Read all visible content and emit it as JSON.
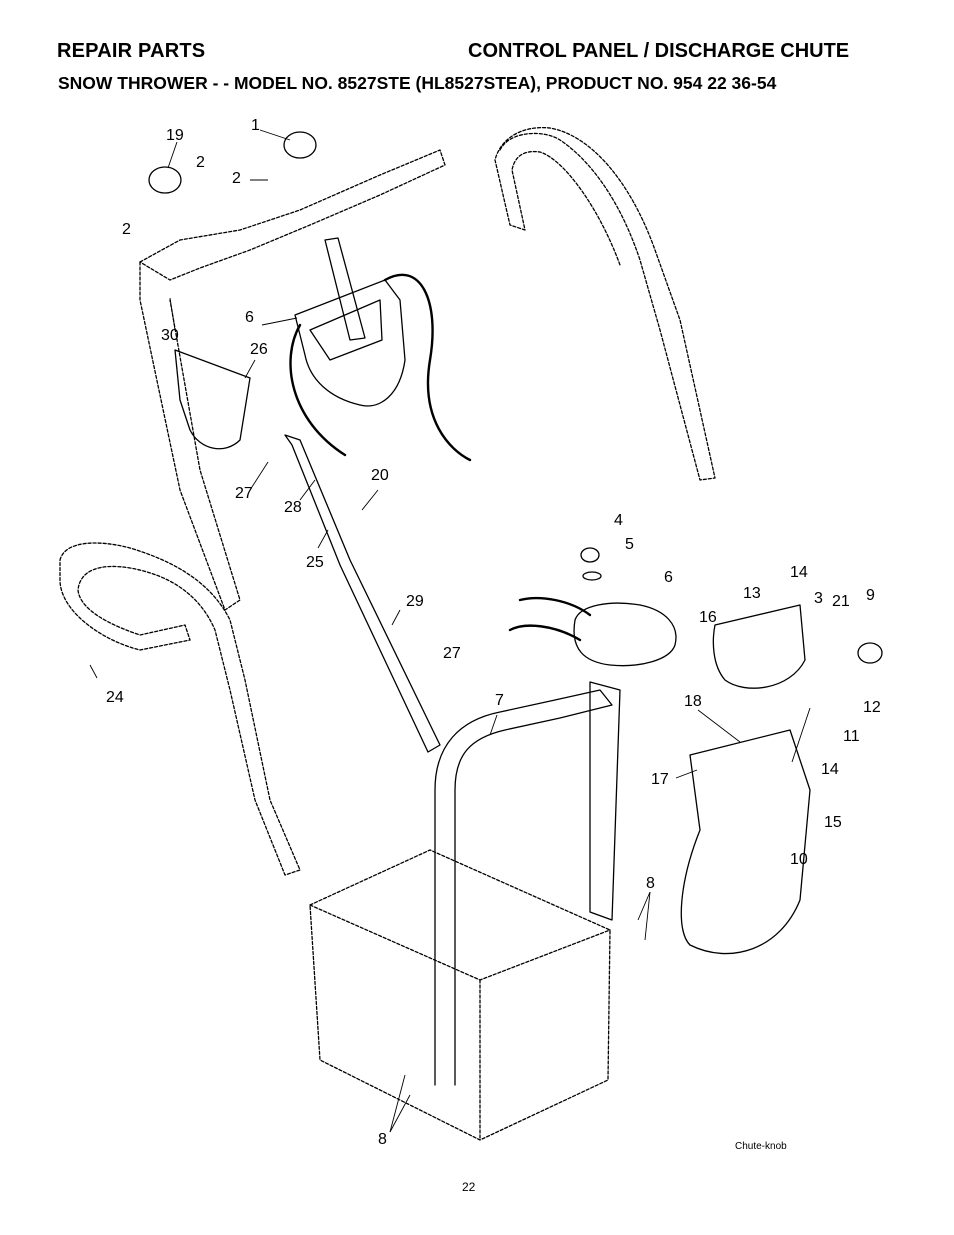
{
  "header": {
    "left": "REPAIR PARTS",
    "right": "CONTROL PANEL / DISCHARGE CHUTE",
    "subtitle": "SNOW THROWER - - MODEL NO. 8527STE (HL8527STEA), PRODUCT NO. 954 22 36-54"
  },
  "callouts": [
    {
      "id": "c19",
      "text": "19"
    },
    {
      "id": "c1",
      "text": "1"
    },
    {
      "id": "c2a",
      "text": "2"
    },
    {
      "id": "c2b",
      "text": "2"
    },
    {
      "id": "c2c",
      "text": "2"
    },
    {
      "id": "c30",
      "text": "30"
    },
    {
      "id": "c6a",
      "text": "6"
    },
    {
      "id": "c26",
      "text": "26"
    },
    {
      "id": "c27a",
      "text": "27"
    },
    {
      "id": "c28",
      "text": "28"
    },
    {
      "id": "c20",
      "text": "20"
    },
    {
      "id": "c25",
      "text": "25"
    },
    {
      "id": "c29",
      "text": "29"
    },
    {
      "id": "c27b",
      "text": "27"
    },
    {
      "id": "c24",
      "text": "24"
    },
    {
      "id": "c4",
      "text": "4"
    },
    {
      "id": "c5",
      "text": "5"
    },
    {
      "id": "c6b",
      "text": "6"
    },
    {
      "id": "c14a",
      "text": "14"
    },
    {
      "id": "c13",
      "text": "13"
    },
    {
      "id": "c3",
      "text": "3"
    },
    {
      "id": "c21",
      "text": "21"
    },
    {
      "id": "c9",
      "text": "9"
    },
    {
      "id": "c16",
      "text": "16"
    },
    {
      "id": "c18",
      "text": "18"
    },
    {
      "id": "c12",
      "text": "12"
    },
    {
      "id": "c11",
      "text": "11"
    },
    {
      "id": "c7",
      "text": "7"
    },
    {
      "id": "c17",
      "text": "17"
    },
    {
      "id": "c14b",
      "text": "14"
    },
    {
      "id": "c15",
      "text": "15"
    },
    {
      "id": "c10",
      "text": "10"
    },
    {
      "id": "c8a",
      "text": "8"
    },
    {
      "id": "c8b",
      "text": "8"
    }
  ],
  "caption": "Chute-knob",
  "page_number": "22"
}
